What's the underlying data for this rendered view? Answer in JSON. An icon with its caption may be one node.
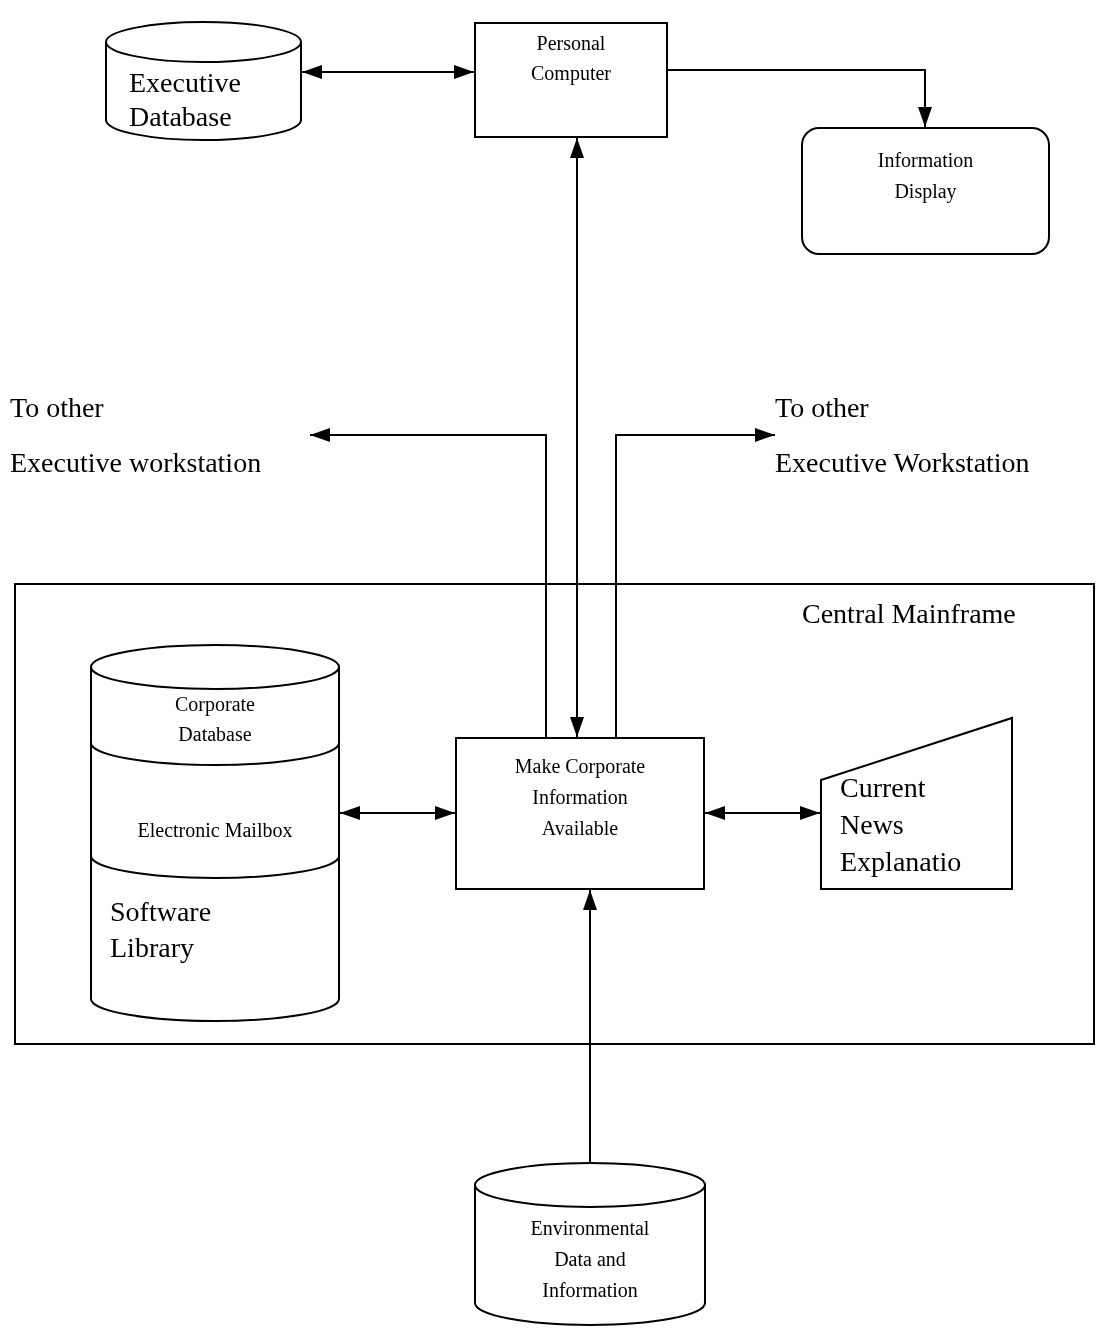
{
  "diagram": {
    "nodes": [
      {
        "text": [
          "Executive Database"
        ]
      },
      {
        "text": [
          "Personal Computer"
        ]
      },
      {
        "text": [
          "Information Display"
        ]
      },
      {
        "text": [
          "To other",
          "Executive workstation"
        ]
      },
      {
        "text": [
          "To other",
          "Executive Workstation"
        ]
      },
      {
        "text": [
          "Central Mainframe"
        ]
      },
      {
        "text": [
          "Corporate Database"
        ],
        "in": 5
      },
      {
        "text": [
          "Electronic Mailbox"
        ],
        "in": 5
      },
      {
        "text": [
          "Software Library"
        ],
        "in": 5
      },
      {
        "text": [
          "Make Corporate Information Available"
        ],
        "in": 5
      },
      {
        "text": [
          "Current News Explanatio"
        ],
        "in": 5
      },
      {
        "text": [
          "Environmental Data and Information"
        ]
      }
    ],
    "edges": [
      {
        "from": 0,
        "to": 1,
        "arrow": "both"
      },
      {
        "from": 1,
        "to": 2,
        "arrow": "to"
      },
      {
        "from": 1,
        "to": 9,
        "arrow": "both"
      },
      {
        "from": 9,
        "to": 3,
        "arrow": "to"
      },
      {
        "from": 9,
        "to": 4,
        "arrow": "to"
      },
      {
        "from": 9,
        "to": 7,
        "arrow": "both"
      },
      {
        "from": 9,
        "to": 10,
        "arrow": "both"
      },
      {
        "from": 11,
        "to": 9,
        "arrow": "to"
      }
    ]
  }
}
